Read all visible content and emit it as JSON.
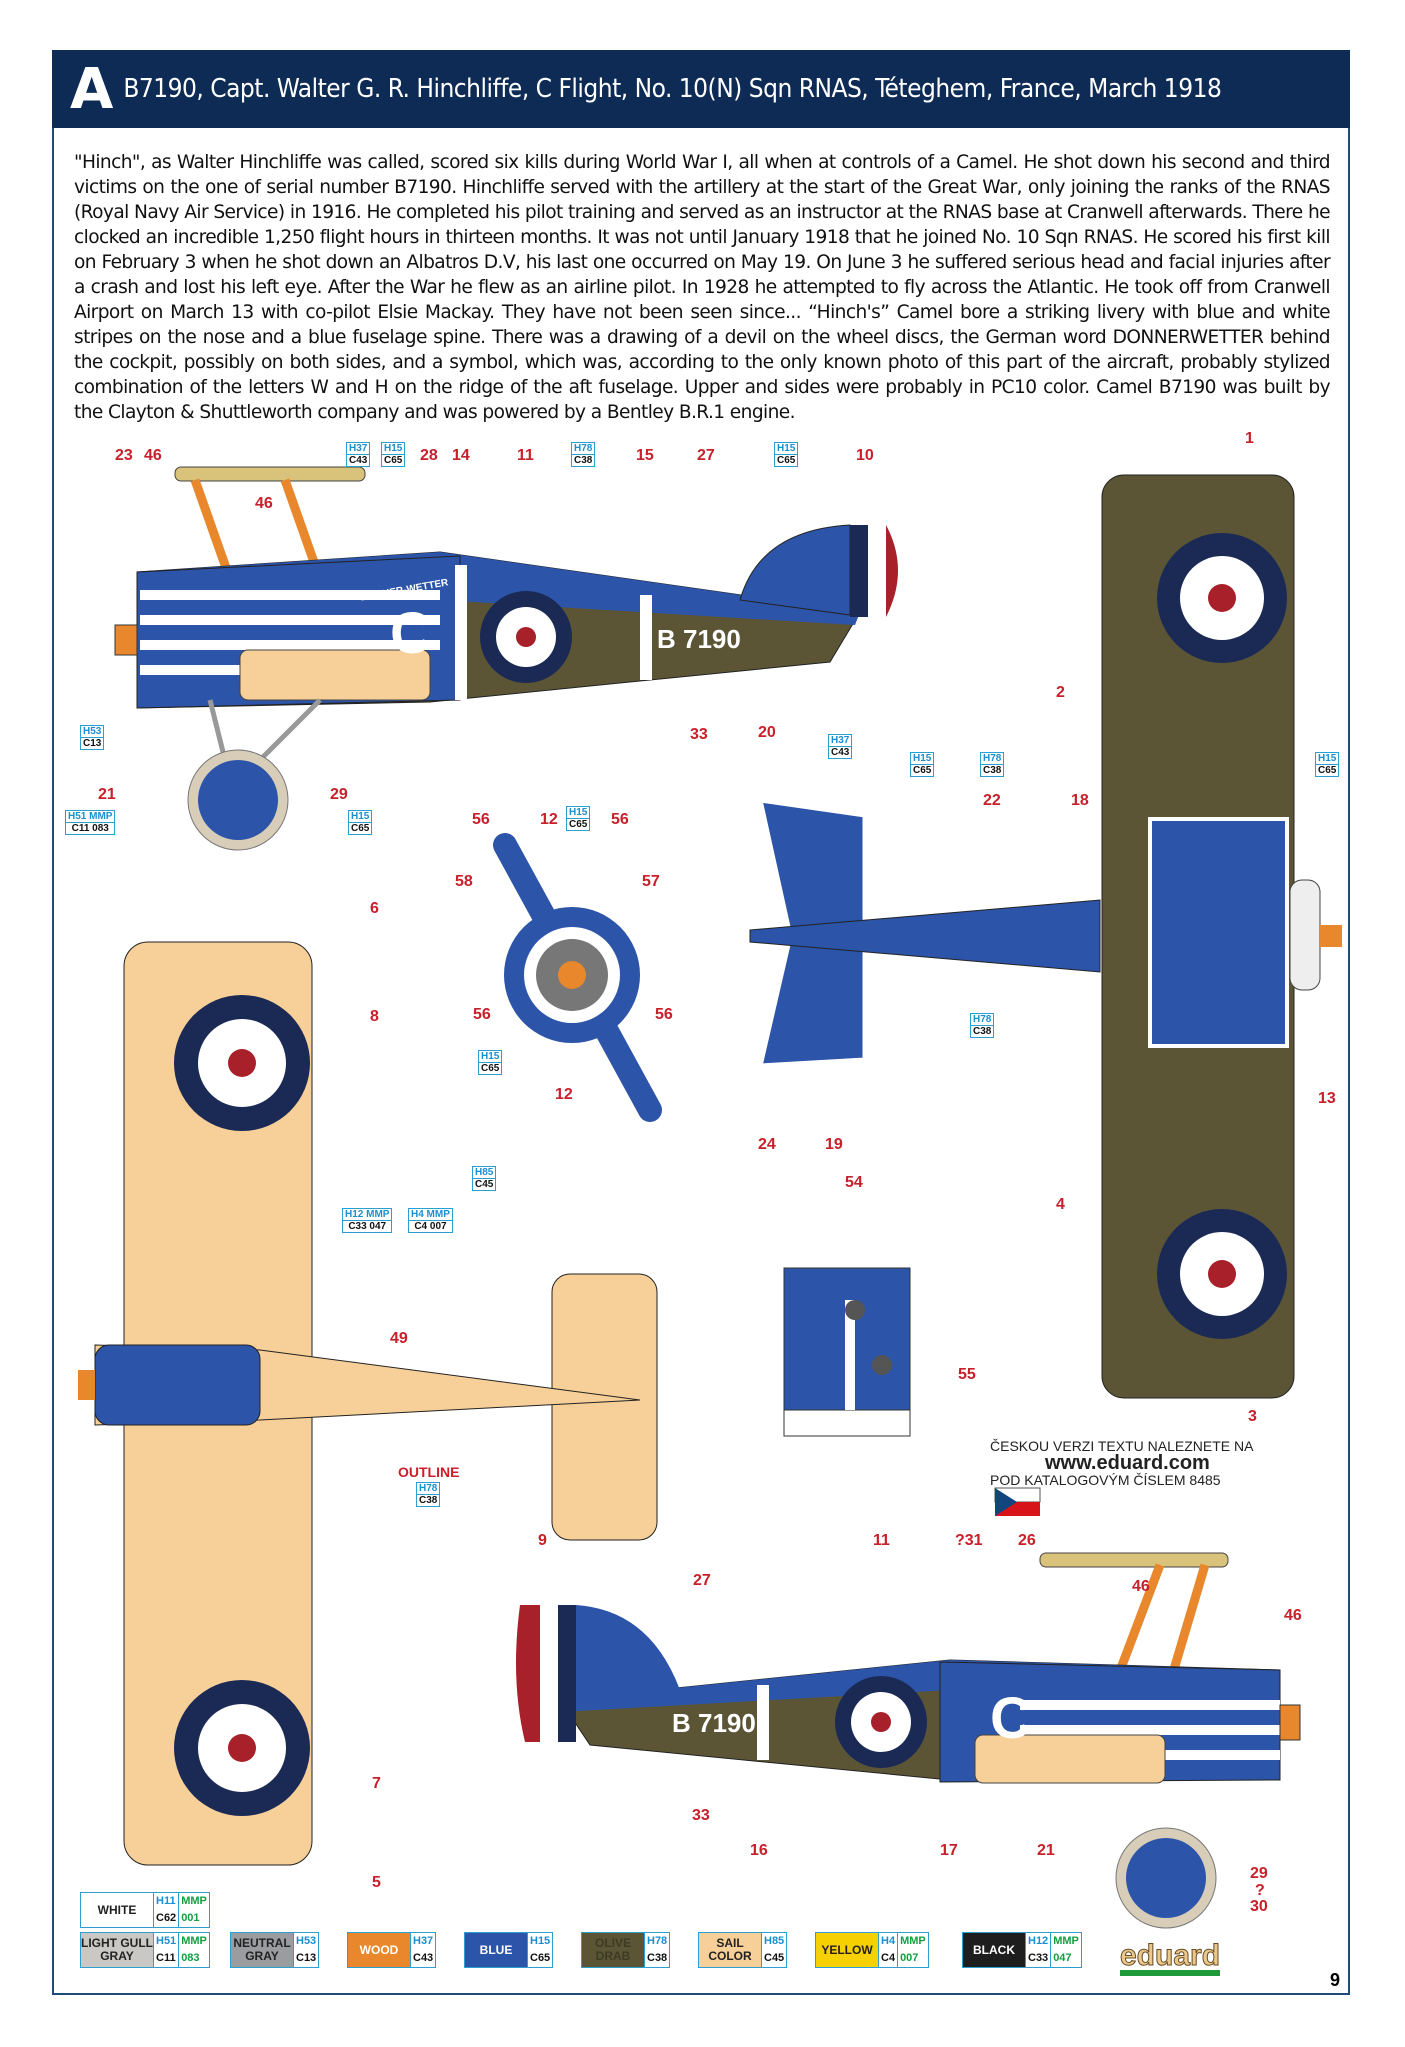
{
  "header": {
    "letter": "A",
    "title": "B7190, Capt. Walter G. R. Hinchliffe, C Flight, No. 10(N) Sqn RNAS, Téteghem, France, March 1918"
  },
  "description": "\"Hinch\", as Walter Hinchliffe was called, scored six kills during World War I, all when at controls of a Camel. He shot down his second and third victims on the one of serial number B7190. Hinchliffe served with the artillery at the start of the Great War, only joining the ranks of the RNAS (Royal Navy Air Service) in 1916. He completed his pilot training and served as an instructor at the RNAS base at Cranwell afterwards. There he clocked an incredible 1,250 flight hours in thirteen months. It was not until January 1918 that he joined No. 10 Sqn RNAS. He scored his first kill on February 3 when he shot down an Albatros D.V, his last one occurred on May 19. On June 3 he suffered serious head and facial injuries after a crash and lost his left eye. After the War he flew as an airline pilot. In 1928 he attempted to fly across the Atlantic. He took off from Cranwell Airport on March 13 with co-pilot Elsie Mackay. They have not been seen since... “Hinch's” Camel bore a striking livery with blue and white stripes on the nose and a blue fuselage spine. There was a drawing of a devil on the wheel discs, the German word DONNERWETTER behind the cockpit, possibly on both sides, and a symbol, which was, according to the only known photo of this part of the aircraft, probably stylized combination of the letters W and H on the ridge of the aft fuselage. Upper and sides were probably in PC10 color. Camel B7190 was built by the Clayton & Shuttleworth company and was powered by a Bentley B.R.1 engine.",
  "aircraft": {
    "serial": "B 7190",
    "fuselage_text": "DONNER-WETTER",
    "letter": "C"
  },
  "callouts": [
    "23",
    "46",
    "46",
    "28",
    "14",
    "11",
    "15",
    "27",
    "10",
    "1",
    "2",
    "33",
    "20",
    "21",
    "29",
    "56",
    "12",
    "56",
    "58",
    "57",
    "22",
    "18",
    "56",
    "56",
    "6",
    "8",
    "12",
    "24",
    "19",
    "13",
    "4",
    "54",
    "49",
    "55",
    "3",
    "9",
    "11",
    "?31",
    "26",
    "27",
    "46",
    "46",
    "33",
    "16",
    "17",
    "21",
    "29",
    "?",
    "30",
    "7",
    "5"
  ],
  "codes": [
    {
      "h": "H37",
      "c": "C43"
    },
    {
      "h": "H15",
      "c": "C65"
    },
    {
      "h": "H78",
      "c": "C38"
    },
    {
      "h": "H15",
      "c": "C65"
    },
    {
      "h": "H53",
      "c": "C13"
    },
    {
      "h": "H51 MMP",
      "c": "C11 083"
    },
    {
      "h": "H15",
      "c": "C65"
    },
    {
      "h": "H37",
      "c": "C43"
    },
    {
      "h": "H15",
      "c": "C65"
    },
    {
      "h": "H78",
      "c": "C38"
    },
    {
      "h": "H15",
      "c": "C65"
    },
    {
      "h": "H15",
      "c": "C65"
    },
    {
      "h": "H78",
      "c": "C38"
    },
    {
      "h": "H15",
      "c": "C65"
    },
    {
      "h": "H85",
      "c": "C45"
    },
    {
      "h": "H12 MMP",
      "c": "C33 047"
    },
    {
      "h": "H4 MMP",
      "c": "C4 007"
    },
    {
      "h": "H78",
      "c": "C38"
    }
  ],
  "outline_label": "OUTLINE",
  "note": {
    "line1": "ČESKOU VERZI TEXTU NALEZNETE NA",
    "line2": "www.eduard.com",
    "line3": "POD KATALOGOVÝM ČÍSLEM 8485"
  },
  "legend": [
    {
      "name": "WHITE",
      "h": "H11",
      "mmp": "MMP",
      "c": "C62",
      "m": "001",
      "color": "#ffffff",
      "text": "#222"
    },
    {
      "name": "LIGHT GULL GRAY",
      "h": "H51",
      "mmp": "MMP",
      "c": "C11",
      "m": "083",
      "color": "#c9c8c4",
      "text": "#222"
    },
    {
      "name": "NEUTRAL GRAY",
      "h": "H53",
      "c": "C13",
      "color": "#9a9ca0",
      "text": "#222"
    },
    {
      "name": "WOOD",
      "h": "H37",
      "c": "C43",
      "color": "#e8872c",
      "text": "#fff"
    },
    {
      "name": "BLUE",
      "h": "H15",
      "c": "C65",
      "color": "#2c54a8",
      "text": "#fff"
    },
    {
      "name": "OLIVE DRAB",
      "h": "H78",
      "c": "C38",
      "color": "#5b5536",
      "text": "#3e3a24"
    },
    {
      "name": "SAIL COLOR",
      "h": "H85",
      "c": "C45",
      "color": "#f7cf98",
      "text": "#222"
    },
    {
      "name": "YELLOW",
      "h": "H4",
      "mmp": "MMP",
      "c": "C4",
      "m": "007",
      "color": "#f7d000",
      "text": "#222"
    },
    {
      "name": "BLACK",
      "h": "H12",
      "mmp": "MMP",
      "c": "C33",
      "m": "047",
      "color": "#1e1e1e",
      "text": "#fff"
    }
  ],
  "logo": "eduard",
  "page_number": "9",
  "colors": {
    "header": "#0d2b55",
    "blue": "#2c54a8",
    "olive": "#5b5536",
    "sail": "#f7cf98",
    "wood": "#e8872c",
    "red": "#a8202a",
    "callout": "#c8202a"
  }
}
